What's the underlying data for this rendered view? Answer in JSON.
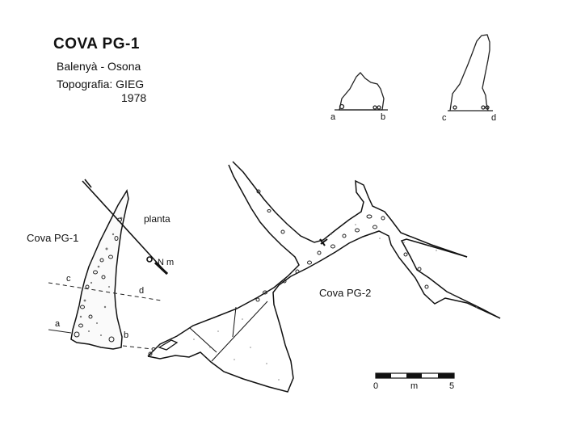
{
  "header": {
    "title": "COVA PG-1",
    "location": "Balenyà - Osona",
    "survey": "Topografia: GIEG",
    "year": "1978"
  },
  "map": {
    "cave1_label": "Cova PG-1",
    "cave2_label": "Cova PG-2",
    "plan_label": "planta",
    "north_label": "N m",
    "section_points": {
      "a": "a",
      "b": "b",
      "c": "c",
      "d": "d"
    },
    "scale": {
      "start": "0",
      "unit": "m",
      "end": "5"
    }
  }
}
